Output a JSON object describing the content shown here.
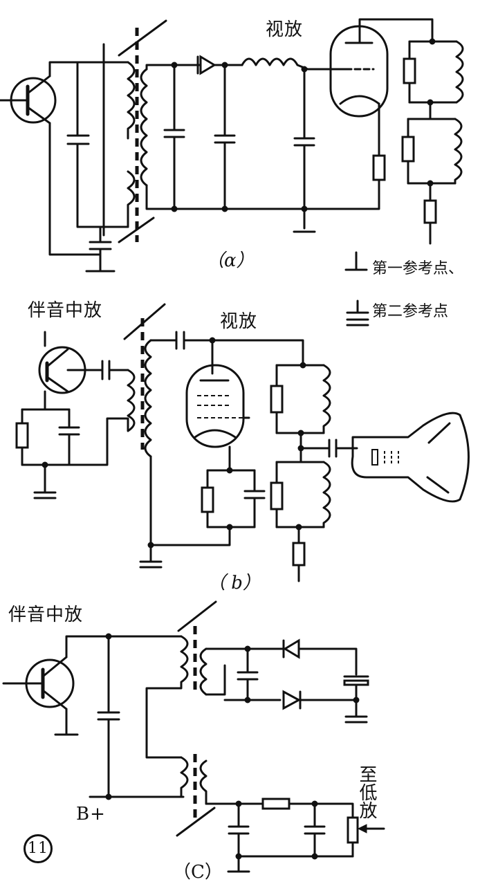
{
  "labels": {
    "a_video_amp": "视放",
    "caption_a": "（ɑ）",
    "legend_first_ref": "第一参考点、",
    "legend_second_ref": "第二参考点",
    "b_sound_if": "伴音中放",
    "b_video_amp": "视放",
    "caption_b": "（ b）",
    "c_sound_if": "伴音中放",
    "c_to_audio": "至低放",
    "c_bplus": "B+",
    "figure_number": "11",
    "caption_c": "（C）"
  }
}
